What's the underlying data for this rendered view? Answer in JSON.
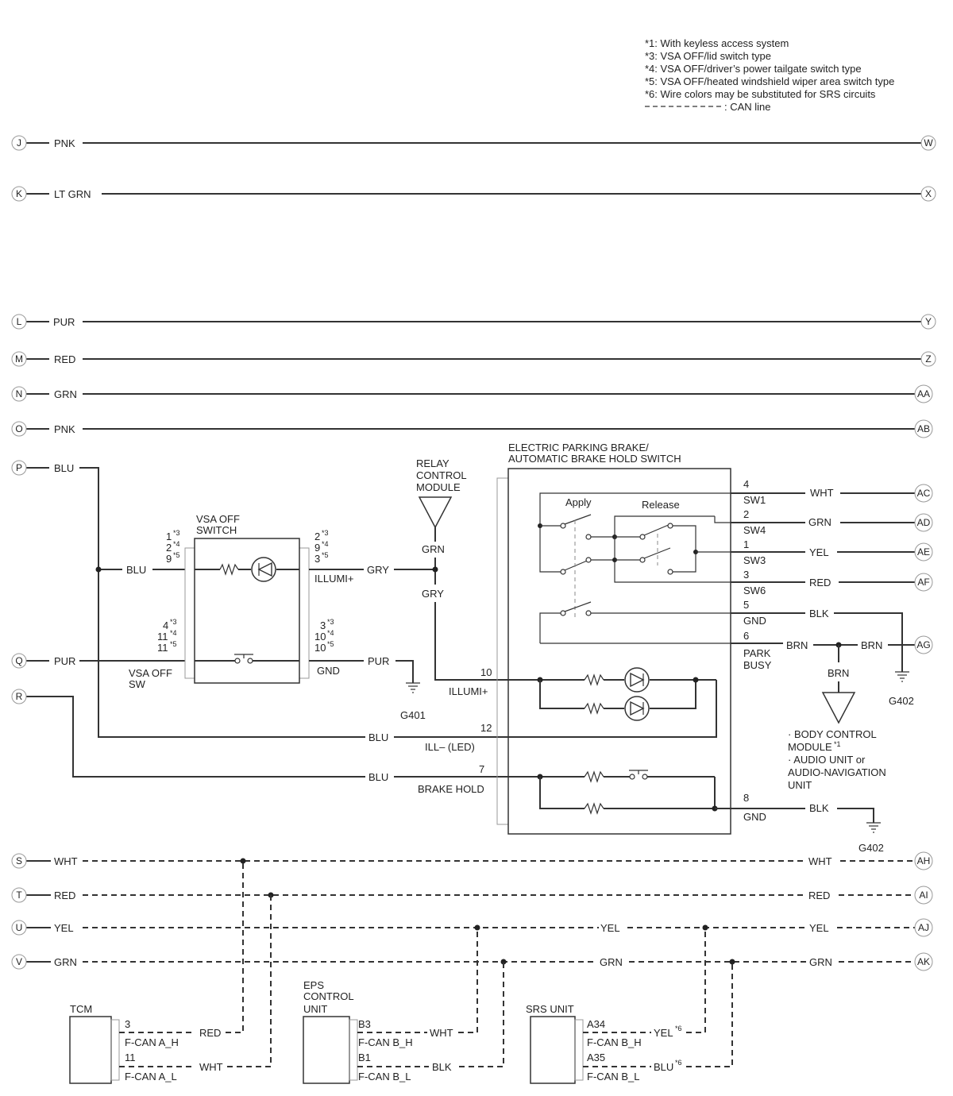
{
  "notes": {
    "n1": "*1: With keyless access system",
    "n3": "*3: VSA OFF/lid switch type",
    "n4": "*4: VSA OFF/driver’s power tailgate switch type",
    "n5": "*5: VSA OFF/heated windshield wiper area switch type",
    "n6": "*6: Wire colors may be substituted for SRS circuits",
    "can": ": CAN line"
  },
  "connectors_left": [
    "J",
    "K",
    "L",
    "M",
    "N",
    "O",
    "P",
    "Q",
    "R",
    "S",
    "T",
    "U",
    "V"
  ],
  "connectors_right": [
    "W",
    "X",
    "Y",
    "Z",
    "AA",
    "AB",
    "AC",
    "AD",
    "AE",
    "AF",
    "AG",
    "AH",
    "AI",
    "AJ",
    "AK"
  ],
  "wires": {
    "pnk": "PNK",
    "ltgrn": "LT GRN",
    "pur": "PUR",
    "red": "RED",
    "grn": "GRN",
    "blu": "BLU",
    "gry": "GRY",
    "wht": "WHT",
    "yel": "YEL",
    "blk": "BLK",
    "brn": "BRN"
  },
  "vsa_switch": {
    "title1": "VSA OFF",
    "title2": "SWITCH",
    "sw1": "VSA OFF",
    "sw2": "SW",
    "lp1": "1",
    "lp2": "2",
    "lp3": "9",
    "lp4": "4",
    "lp5": "11",
    "lp6": "11",
    "rp1": "2",
    "rp2": "9",
    "rp3": "3",
    "rp4": "3",
    "rp5": "10",
    "rp6": "10",
    "s3": "*3",
    "s4": "*4",
    "s5": "*5",
    "illumi": "ILLUMI+",
    "gnd": "GND"
  },
  "relay": {
    "l1": "RELAY",
    "l2": "CONTROL",
    "l3": "MODULE"
  },
  "epb": {
    "title1": "ELECTRIC PARKING BRAKE/",
    "title2": "AUTOMATIC BRAKE HOLD SWITCH",
    "apply": "Apply",
    "release": "Release",
    "p4": "4",
    "p2": "2",
    "p1": "1",
    "p3": "3",
    "p5": "5",
    "p6": "6",
    "p8": "8",
    "p10": "10",
    "p12": "12",
    "p7": "7",
    "sw1": "SW1",
    "sw4": "SW4",
    "sw3": "SW3",
    "sw6": "SW6",
    "gnd": "GND",
    "park": "PARK",
    "busy": "BUSY",
    "illumi": "ILLUMI+",
    "ill": "ILL– (LED)",
    "hold": "BRAKE HOLD"
  },
  "grounds": {
    "g401": "G401",
    "g402": "G402"
  },
  "bcm": {
    "l1": "· BODY CONTROL",
    "l2": "MODULE",
    "s1": "*1",
    "l3": "· AUDIO UNIT or",
    "l4": "AUDIO-NAVIGATION",
    "l5": "UNIT"
  },
  "tcm": {
    "title": "TCM",
    "p3": "3",
    "p11": "11",
    "h": "F-CAN A_H",
    "l": "F-CAN A_L"
  },
  "eps": {
    "t1": "EPS",
    "t2": "CONTROL",
    "t3": "UNIT",
    "pb3": "B3",
    "pb1": "B1",
    "h": "F-CAN B_H",
    "l": "F-CAN B_L"
  },
  "srs": {
    "title": "SRS UNIT",
    "pa34": "A34",
    "pa35": "A35",
    "h": "F-CAN B_H",
    "l": "F-CAN B_L",
    "s6": "*6"
  }
}
